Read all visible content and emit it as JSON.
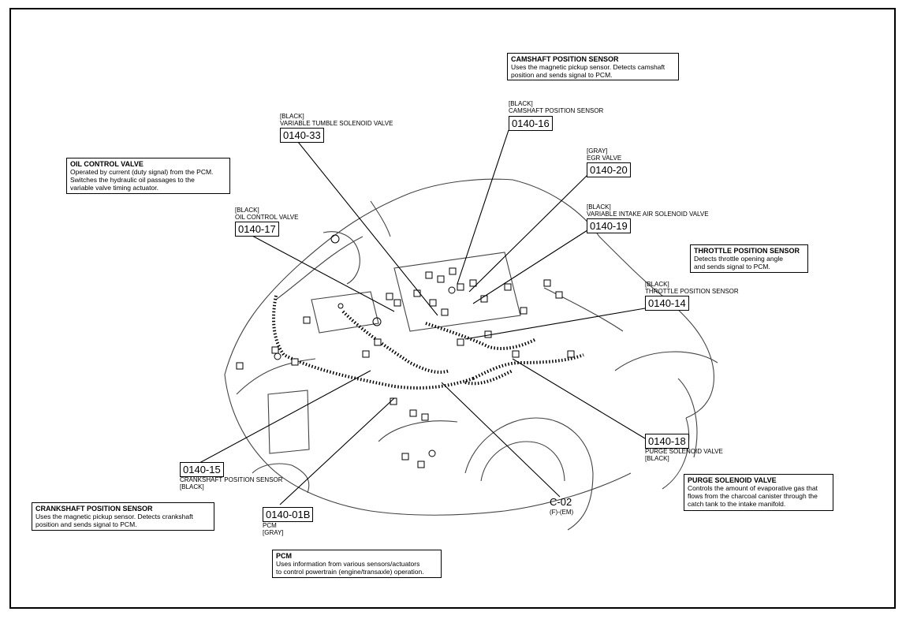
{
  "info_boxes": {
    "camshaft": {
      "title": "CAMSHAFT POSITION SENSOR",
      "line1": "Uses the magnetic pickup sensor. Detects camshaft",
      "line2": "position and sends signal to PCM."
    },
    "oil_control": {
      "title": "OIL CONTROL VALVE",
      "line1": "Operated by current (duty signal) from the PCM.",
      "line2": "Switches the hydraulic oil passages  to the",
      "line3": "variable valve timing actuator."
    },
    "throttle": {
      "title": "THROTTLE POSITION SENSOR",
      "line1": "Detects throttle opening angle",
      "line2": "and sends signal to PCM."
    },
    "purge": {
      "title": "PURGE SOLENOID VALVE",
      "line1": "Controls the amount of evaporative gas that",
      "line2": "flows from the charcoal canister through the",
      "line3": "catch tank to the intake manifold."
    },
    "crankshaft": {
      "title": "CRANKSHAFT POSITION SENSOR",
      "line1": "Uses the magnetic pickup sensor. Detects crankshaft",
      "line2": "position and sends signal to PCM."
    },
    "pcm": {
      "title": "PCM",
      "line1": "Uses information from various sensors/actuators",
      "line2": "to control powertrain (engine/transaxle) operation."
    }
  },
  "connectors": {
    "tumble": {
      "color": "[BLACK]",
      "name": "VARIABLE TUMBLE SOLENOID VALVE",
      "code": "0140-33"
    },
    "cam": {
      "color": "[BLACK]",
      "name": "CAMSHAFT POSITION SENSOR",
      "code": "0140-16"
    },
    "egr": {
      "color": "[GRAY]",
      "name": "EGR VALVE",
      "code": "0140-20"
    },
    "intake": {
      "color": "[BLACK]",
      "name": "VARIABLE INTAKE AIR SOLENOID VALVE",
      "code": "0140-19"
    },
    "ocv": {
      "color": "[BLACK]",
      "name": "OIL CONTROL VALVE",
      "code": "0140-17"
    },
    "tps": {
      "color": "[BLACK]",
      "name": "THROTTLE POSITION SENSOR",
      "code": "0140-14"
    },
    "purge": {
      "code": "0140-18",
      "name": "PURGE SOLENOID VALVE",
      "color": "[BLACK]"
    },
    "crank": {
      "code": "0140-15",
      "name": "CRANKSHAFT POSITION SENSOR",
      "color": "[BLACK]"
    },
    "pcm": {
      "code": "0140-01B",
      "name": "PCM",
      "color": "[GRAY]"
    },
    "c02": {
      "code": "C-02",
      "sub": "(F)-(EM)"
    }
  }
}
